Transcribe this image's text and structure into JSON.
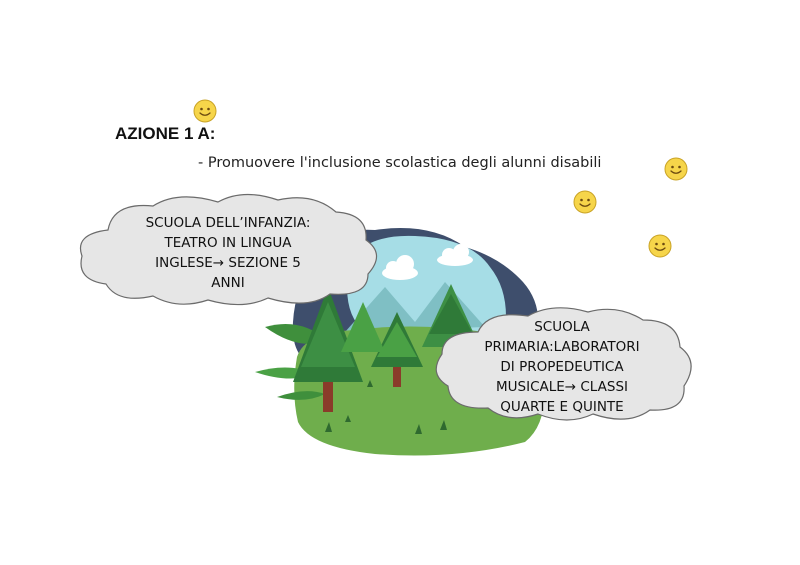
{
  "heading": "AZIONE 1 A:",
  "subheading": "- Promuovere l'inclusione scolastica degli alunni disabili",
  "cloud_left": {
    "lines": [
      "SCUOLA DELL’INFANZIA:",
      "TEATRO IN LINGUA",
      "INGLESE→ SEZIONE 5",
      "ANNI"
    ]
  },
  "cloud_right": {
    "lines": [
      "SCUOLA",
      "PRIMARIA:LABORATORI",
      "DI PROPEDEUTICA",
      "MUSICALE→ CLASSI",
      "QUARTE E QUINTE"
    ]
  },
  "icons": {
    "smiley": "smiley-face-icon",
    "scene": "forest-illustration"
  },
  "colors": {
    "cloud_fill": "#e6e6e6",
    "cloud_stroke": "#6b6b6b",
    "smiley_fill": "#f6d54a",
    "smiley_stroke": "#c9a326",
    "sky": "#a6dde6",
    "blob": "#3e4e6c",
    "grass": "#6fae4c",
    "tree_dark": "#2f7a38",
    "trunk": "#8a3b2a"
  }
}
